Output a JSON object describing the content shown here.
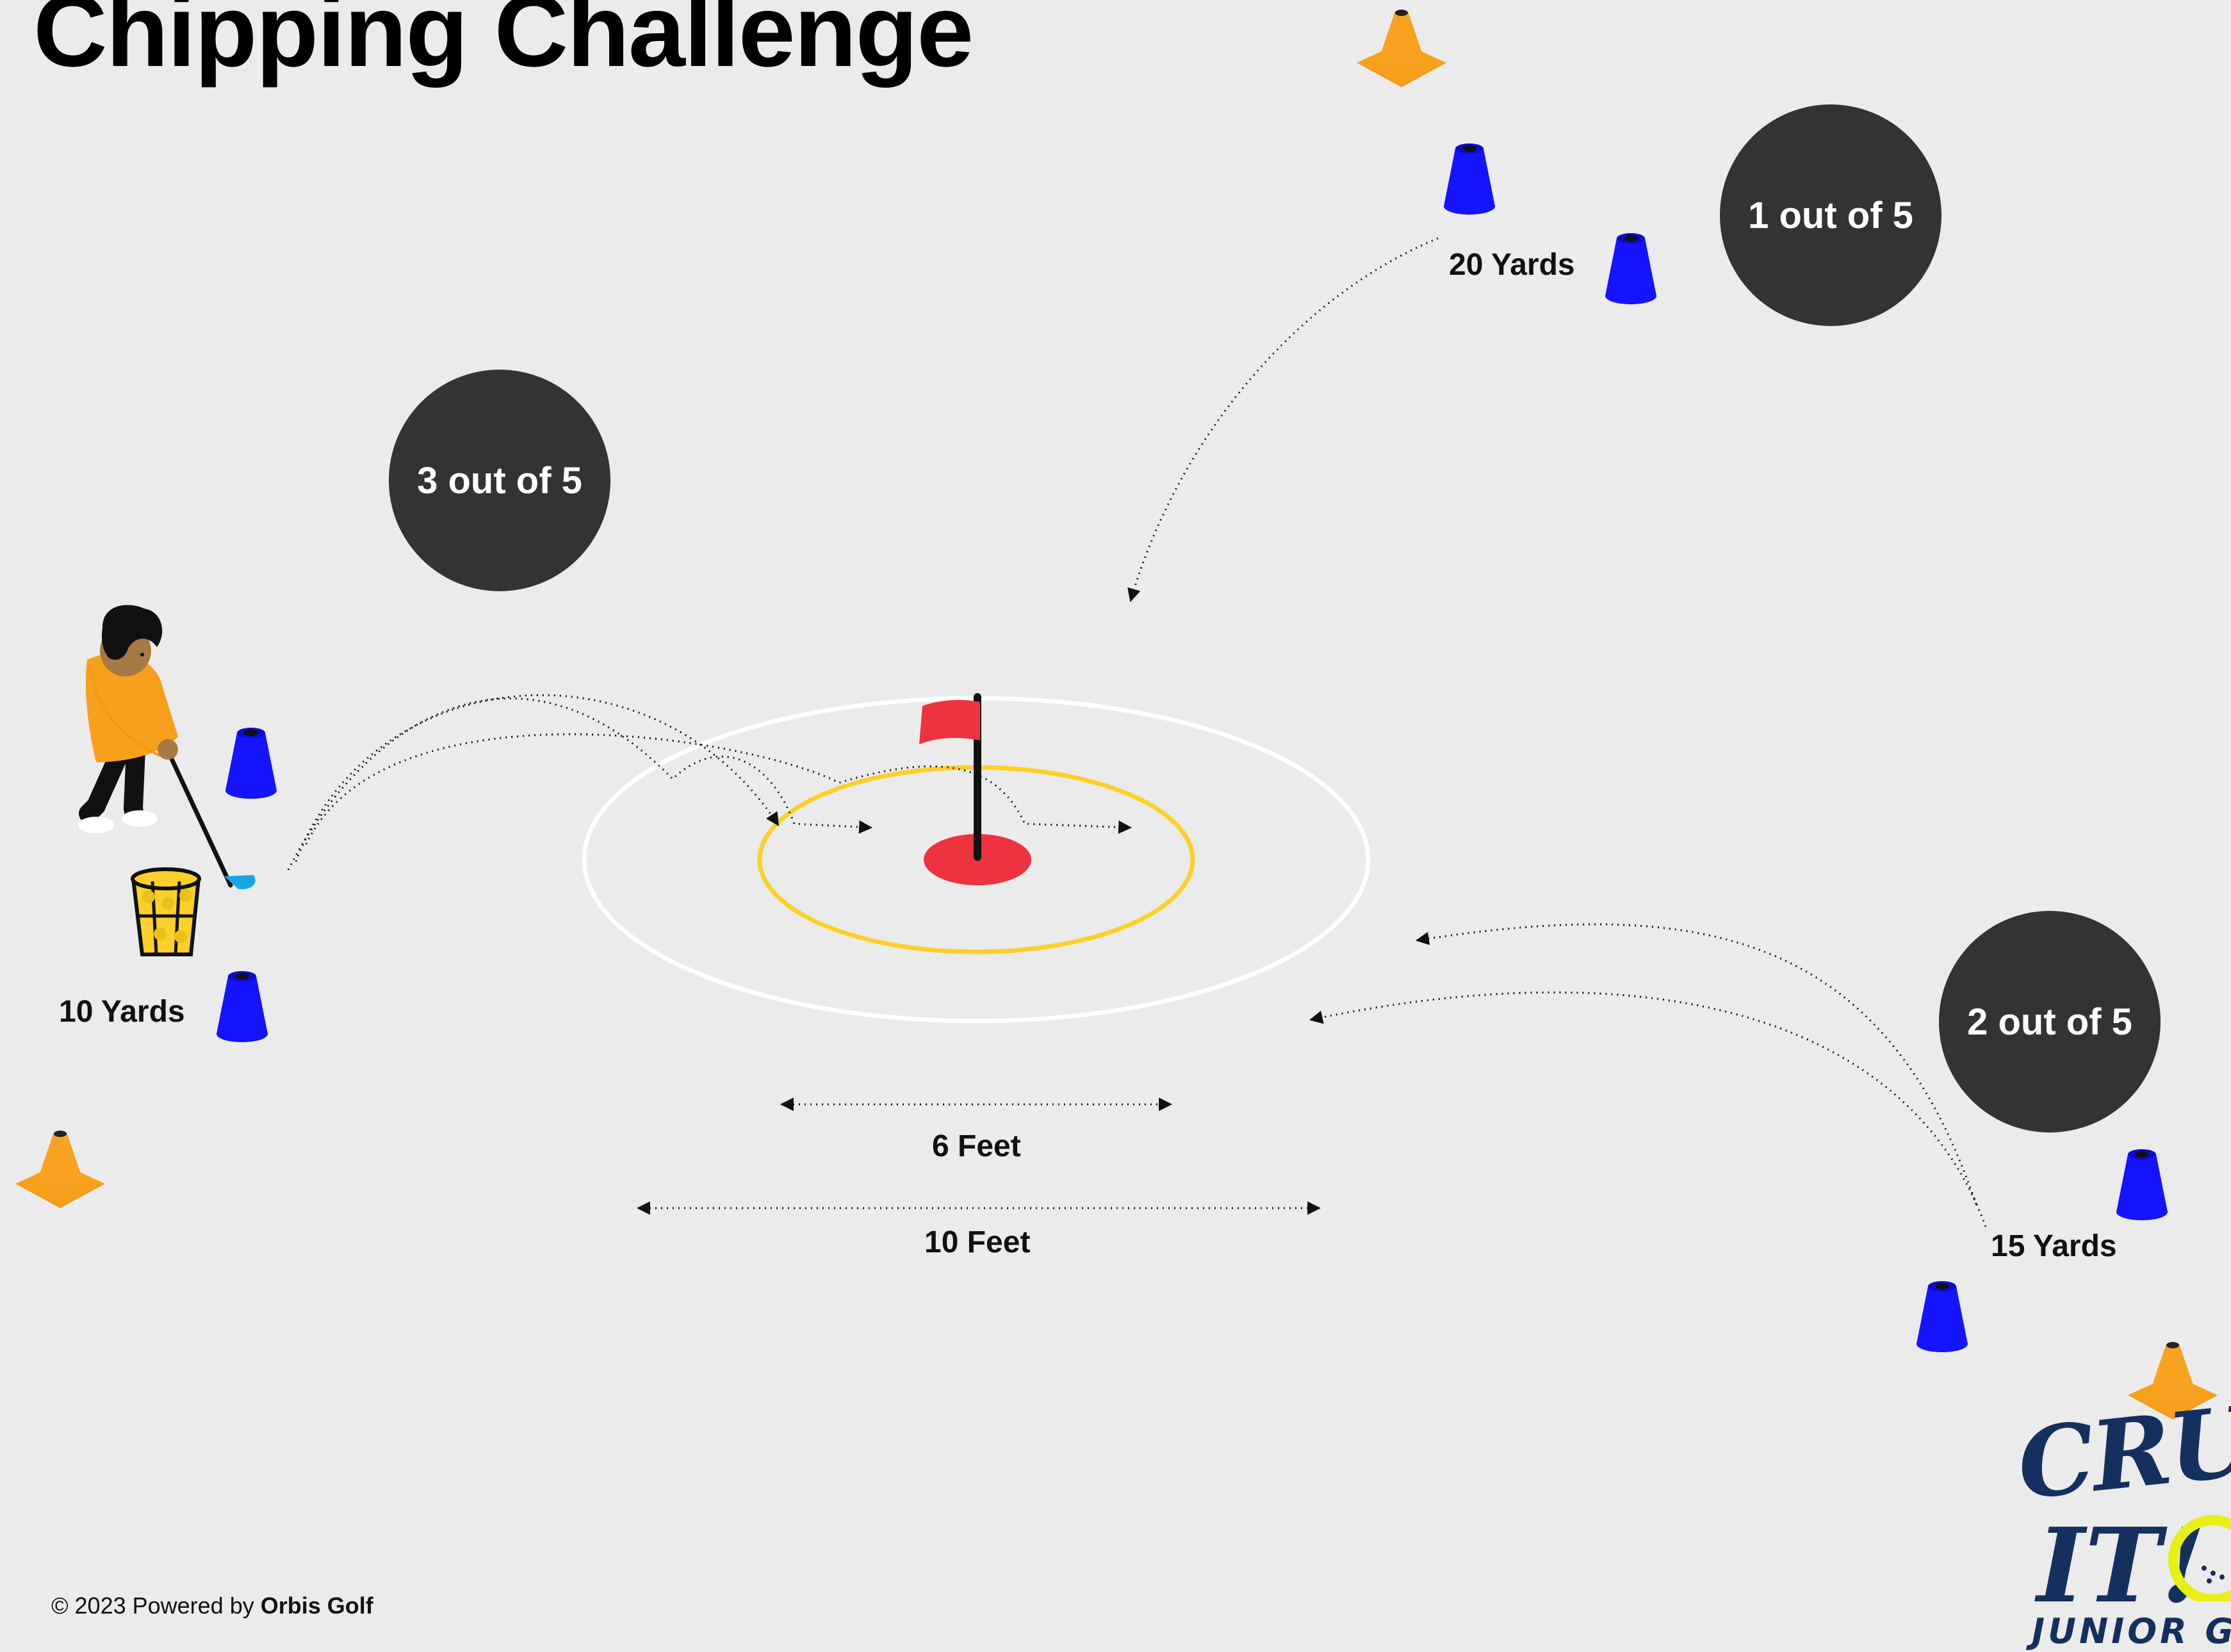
{
  "title": "Chipping Challenge",
  "stations": {
    "near": {
      "distance": "10 Yards",
      "score": "3 out of 5"
    },
    "mid": {
      "distance": "15 Yards",
      "score": "2 out of 5"
    },
    "far": {
      "distance": "20 Yards",
      "score": "1 out of 5"
    }
  },
  "zones": {
    "inner": "6 Feet",
    "outer": "10 Feet"
  },
  "footer": {
    "prefix": "© 2023 Powered by",
    "brand": "Orbis Golf"
  },
  "logo": {
    "line1": "CRUSH",
    "line2": "IT!",
    "line3": "JUNIOR GOLF"
  },
  "colors": {
    "background": "#ebebeb",
    "badge": "#333333",
    "orange_cone": "#f7a01c",
    "blue_cone": "#1414ff",
    "flag": "#ee3340",
    "inner_ring": "#fcd02a",
    "outer_ring": "#ffffff",
    "logo_navy": "#14305f",
    "logo_ball": "#e8ef16"
  }
}
